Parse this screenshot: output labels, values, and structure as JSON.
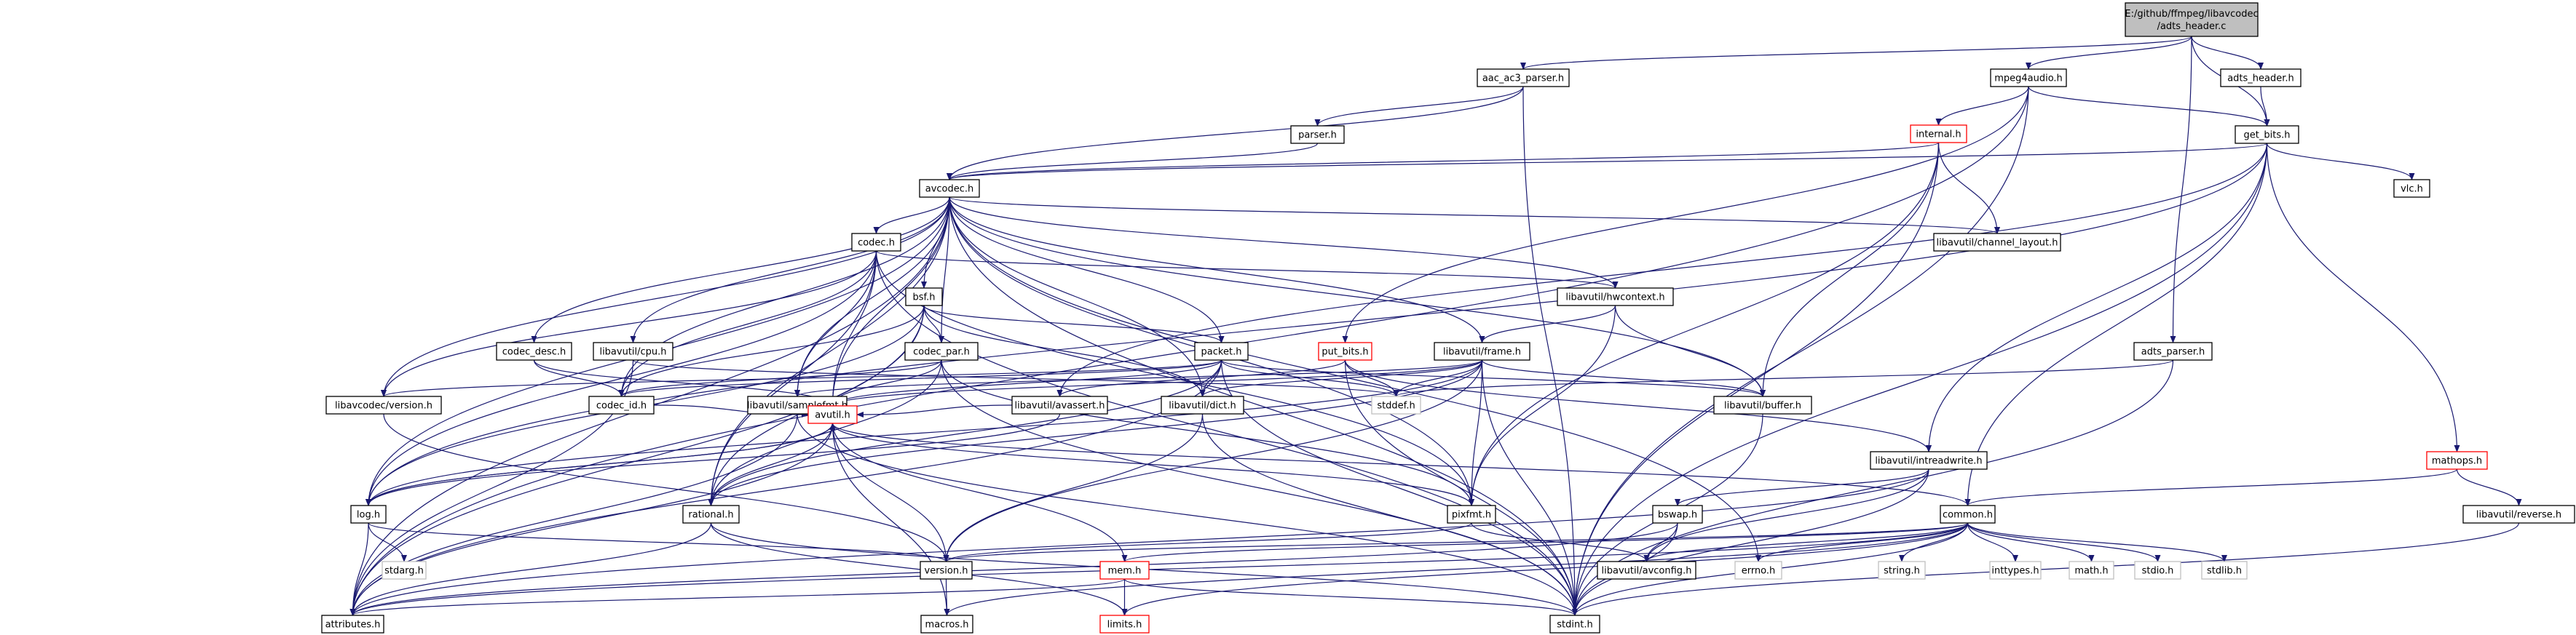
{
  "graph": {
    "nodes": [
      {
        "id": "root",
        "lines": [
          "E:/github/ffmpeg/libavcodec",
          "/adts_header.c"
        ],
        "kind": "root"
      },
      {
        "id": "aac",
        "lines": [
          "aac_ac3_parser.h"
        ],
        "kind": "normal"
      },
      {
        "id": "mpeg4audio",
        "lines": [
          "mpeg4audio.h"
        ],
        "kind": "normal"
      },
      {
        "id": "adtsh",
        "lines": [
          "adts_header.h"
        ],
        "kind": "normal"
      },
      {
        "id": "getbits",
        "lines": [
          "get_bits.h"
        ],
        "kind": "normal"
      },
      {
        "id": "internal",
        "lines": [
          "internal.h"
        ],
        "kind": "truncated"
      },
      {
        "id": "parser",
        "lines": [
          "parser.h"
        ],
        "kind": "normal"
      },
      {
        "id": "avcodec",
        "lines": [
          "avcodec.h"
        ],
        "kind": "normal"
      },
      {
        "id": "vlc",
        "lines": [
          "vlc.h"
        ],
        "kind": "normal"
      },
      {
        "id": "codec",
        "lines": [
          "codec.h"
        ],
        "kind": "normal"
      },
      {
        "id": "chlayout",
        "lines": [
          "libavutil/channel_layout.h"
        ],
        "kind": "normal"
      },
      {
        "id": "hwctx",
        "lines": [
          "libavutil/hwcontext.h"
        ],
        "kind": "normal"
      },
      {
        "id": "bsf",
        "lines": [
          "bsf.h"
        ],
        "kind": "normal"
      },
      {
        "id": "codecdesc",
        "lines": [
          "codec_desc.h"
        ],
        "kind": "normal"
      },
      {
        "id": "cpu",
        "lines": [
          "libavutil/cpu.h"
        ],
        "kind": "normal"
      },
      {
        "id": "codecpar",
        "lines": [
          "codec_par.h"
        ],
        "kind": "normal"
      },
      {
        "id": "packet",
        "lines": [
          "packet.h"
        ],
        "kind": "normal"
      },
      {
        "id": "putbits",
        "lines": [
          "put_bits.h"
        ],
        "kind": "truncated"
      },
      {
        "id": "frame",
        "lines": [
          "libavutil/frame.h"
        ],
        "kind": "normal"
      },
      {
        "id": "adtsparser",
        "lines": [
          "adts_parser.h"
        ],
        "kind": "normal"
      },
      {
        "id": "mathops",
        "lines": [
          "mathops.h"
        ],
        "kind": "truncated"
      },
      {
        "id": "avcver",
        "lines": [
          "libavcodec/version.h"
        ],
        "kind": "normal"
      },
      {
        "id": "codecid",
        "lines": [
          "codec_id.h"
        ],
        "kind": "normal"
      },
      {
        "id": "samplefmt",
        "lines": [
          "libavutil/samplefmt.h"
        ],
        "kind": "normal"
      },
      {
        "id": "avassert",
        "lines": [
          "libavutil/avassert.h"
        ],
        "kind": "normal"
      },
      {
        "id": "dict",
        "lines": [
          "libavutil/dict.h"
        ],
        "kind": "normal"
      },
      {
        "id": "stddef",
        "lines": [
          "stddef.h"
        ],
        "kind": "system"
      },
      {
        "id": "buffer",
        "lines": [
          "libavutil/buffer.h"
        ],
        "kind": "normal"
      },
      {
        "id": "intrw",
        "lines": [
          "libavutil/intreadwrite.h"
        ],
        "kind": "normal"
      },
      {
        "id": "reverse",
        "lines": [
          "libavutil/reverse.h"
        ],
        "kind": "normal"
      },
      {
        "id": "avutil",
        "lines": [
          "avutil.h"
        ],
        "kind": "truncated"
      },
      {
        "id": "log",
        "lines": [
          "log.h"
        ],
        "kind": "normal"
      },
      {
        "id": "rational",
        "lines": [
          "rational.h"
        ],
        "kind": "normal"
      },
      {
        "id": "pixfmt",
        "lines": [
          "pixfmt.h"
        ],
        "kind": "normal"
      },
      {
        "id": "bswap",
        "lines": [
          "bswap.h"
        ],
        "kind": "normal"
      },
      {
        "id": "common",
        "lines": [
          "common.h"
        ],
        "kind": "normal"
      },
      {
        "id": "stdarg",
        "lines": [
          "stdarg.h"
        ],
        "kind": "system"
      },
      {
        "id": "version",
        "lines": [
          "version.h"
        ],
        "kind": "normal"
      },
      {
        "id": "mem",
        "lines": [
          "mem.h"
        ],
        "kind": "truncated"
      },
      {
        "id": "avconfig",
        "lines": [
          "libavutil/avconfig.h"
        ],
        "kind": "normal"
      },
      {
        "id": "errno",
        "lines": [
          "errno.h"
        ],
        "kind": "system"
      },
      {
        "id": "stringh",
        "lines": [
          "string.h"
        ],
        "kind": "system"
      },
      {
        "id": "inttypes",
        "lines": [
          "inttypes.h"
        ],
        "kind": "system"
      },
      {
        "id": "math",
        "lines": [
          "math.h"
        ],
        "kind": "system"
      },
      {
        "id": "stdio",
        "lines": [
          "stdio.h"
        ],
        "kind": "system"
      },
      {
        "id": "stdlib",
        "lines": [
          "stdlib.h"
        ],
        "kind": "system"
      },
      {
        "id": "attributes",
        "lines": [
          "attributes.h"
        ],
        "kind": "normal"
      },
      {
        "id": "macros",
        "lines": [
          "macros.h"
        ],
        "kind": "normal"
      },
      {
        "id": "limits",
        "lines": [
          "limits.h"
        ],
        "kind": "truncated"
      },
      {
        "id": "stdint",
        "lines": [
          "stdint.h"
        ],
        "kind": "normal"
      }
    ],
    "edges": [
      [
        "root",
        "aac"
      ],
      [
        "root",
        "mpeg4audio"
      ],
      [
        "root",
        "adtsh"
      ],
      [
        "root",
        "getbits"
      ],
      [
        "root",
        "adtsparser"
      ],
      [
        "aac",
        "parser"
      ],
      [
        "aac",
        "avcodec"
      ],
      [
        "aac",
        "stdint"
      ],
      [
        "mpeg4audio",
        "getbits"
      ],
      [
        "mpeg4audio",
        "internal"
      ],
      [
        "mpeg4audio",
        "attributes"
      ],
      [
        "mpeg4audio",
        "putbits"
      ],
      [
        "mpeg4audio",
        "stdint"
      ],
      [
        "adtsh",
        "getbits"
      ],
      [
        "parser",
        "avcodec"
      ],
      [
        "internal",
        "avcodec"
      ],
      [
        "internal",
        "chlayout"
      ],
      [
        "internal",
        "buffer"
      ],
      [
        "internal",
        "pixfmt"
      ],
      [
        "internal",
        "stdint"
      ],
      [
        "getbits",
        "avcodec"
      ],
      [
        "getbits",
        "vlc"
      ],
      [
        "getbits",
        "mathops"
      ],
      [
        "getbits",
        "common"
      ],
      [
        "getbits",
        "intrw"
      ],
      [
        "getbits",
        "log"
      ],
      [
        "getbits",
        "avassert"
      ],
      [
        "getbits",
        "stdint"
      ],
      [
        "avcodec",
        "codec"
      ],
      [
        "avcodec",
        "chlayout"
      ],
      [
        "avcodec",
        "hwctx"
      ],
      [
        "avcodec",
        "bsf"
      ],
      [
        "avcodec",
        "codecdesc"
      ],
      [
        "avcodec",
        "cpu"
      ],
      [
        "avcodec",
        "codecpar"
      ],
      [
        "avcodec",
        "packet"
      ],
      [
        "avcodec",
        "frame"
      ],
      [
        "avcodec",
        "avcver"
      ],
      [
        "avcodec",
        "codecid"
      ],
      [
        "avcodec",
        "samplefmt"
      ],
      [
        "avcodec",
        "dict"
      ],
      [
        "avcodec",
        "buffer"
      ],
      [
        "avcodec",
        "avutil"
      ],
      [
        "avcodec",
        "log"
      ],
      [
        "avcodec",
        "rational"
      ],
      [
        "avcodec",
        "pixfmt"
      ],
      [
        "avcodec",
        "attributes"
      ],
      [
        "avcodec",
        "errno"
      ],
      [
        "avcodec",
        "stdint"
      ],
      [
        "codec",
        "hwctx"
      ],
      [
        "codec",
        "codecid"
      ],
      [
        "codec",
        "samplefmt"
      ],
      [
        "codec",
        "avutil"
      ],
      [
        "codec",
        "log"
      ],
      [
        "codec",
        "rational"
      ],
      [
        "codec",
        "pixfmt"
      ],
      [
        "codec",
        "avcver"
      ],
      [
        "codec",
        "stdint"
      ],
      [
        "hwctx",
        "buffer"
      ],
      [
        "hwctx",
        "frame"
      ],
      [
        "hwctx",
        "pixfmt"
      ],
      [
        "bsf",
        "codecid"
      ],
      [
        "bsf",
        "codecpar"
      ],
      [
        "bsf",
        "packet"
      ],
      [
        "bsf",
        "dict"
      ],
      [
        "bsf",
        "log"
      ],
      [
        "bsf",
        "rational"
      ],
      [
        "bsf",
        "attributes"
      ],
      [
        "codecdesc",
        "codecid"
      ],
      [
        "codecdesc",
        "avutil"
      ],
      [
        "cpu",
        "attributes"
      ],
      [
        "cpu",
        "stddef"
      ],
      [
        "codecpar",
        "codecid"
      ],
      [
        "codecpar",
        "avutil"
      ],
      [
        "codecpar",
        "rational"
      ],
      [
        "codecpar",
        "pixfmt"
      ],
      [
        "codecpar",
        "stdint"
      ],
      [
        "packet",
        "avcver"
      ],
      [
        "packet",
        "codecid"
      ],
      [
        "packet",
        "dict"
      ],
      [
        "packet",
        "buffer"
      ],
      [
        "packet",
        "attributes"
      ],
      [
        "packet",
        "rational"
      ],
      [
        "packet",
        "stddef"
      ],
      [
        "packet",
        "stdint"
      ],
      [
        "packet",
        "avutil"
      ],
      [
        "putbits",
        "avassert"
      ],
      [
        "putbits",
        "intrw"
      ],
      [
        "putbits",
        "stddef"
      ],
      [
        "putbits",
        "stdint"
      ],
      [
        "frame",
        "avutil"
      ],
      [
        "frame",
        "buffer"
      ],
      [
        "frame",
        "dict"
      ],
      [
        "frame",
        "rational"
      ],
      [
        "frame",
        "samplefmt"
      ],
      [
        "frame",
        "pixfmt"
      ],
      [
        "frame",
        "version"
      ],
      [
        "frame",
        "stddef"
      ],
      [
        "frame",
        "stdint"
      ],
      [
        "frame",
        "log"
      ],
      [
        "adtsparser",
        "stddef"
      ],
      [
        "adtsparser",
        "stdint"
      ],
      [
        "mathops",
        "common"
      ],
      [
        "mathops",
        "reverse"
      ],
      [
        "avcver",
        "version"
      ],
      [
        "codecid",
        "avutil"
      ],
      [
        "samplefmt",
        "avutil"
      ],
      [
        "samplefmt",
        "attributes"
      ],
      [
        "samplefmt",
        "stdint"
      ],
      [
        "avassert",
        "avutil"
      ],
      [
        "avassert",
        "log"
      ],
      [
        "dict",
        "version"
      ],
      [
        "dict",
        "stdint"
      ],
      [
        "buffer",
        "stdint"
      ],
      [
        "intrw",
        "avconfig"
      ],
      [
        "intrw",
        "attributes"
      ],
      [
        "intrw",
        "bswap"
      ],
      [
        "intrw",
        "stdint"
      ],
      [
        "reverse",
        "stdint"
      ],
      [
        "avutil",
        "common"
      ],
      [
        "avutil",
        "rational"
      ],
      [
        "avutil",
        "version"
      ],
      [
        "avutil",
        "macros"
      ],
      [
        "avutil",
        "log"
      ],
      [
        "avutil",
        "pixfmt"
      ],
      [
        "avutil",
        "attributes"
      ],
      [
        "log",
        "avutil"
      ],
      [
        "log",
        "attributes"
      ],
      [
        "log",
        "version"
      ],
      [
        "log",
        "stdarg"
      ],
      [
        "rational",
        "attributes"
      ],
      [
        "rational",
        "stdint"
      ],
      [
        "rational",
        "limits"
      ],
      [
        "pixfmt",
        "avconfig"
      ],
      [
        "pixfmt",
        "version"
      ],
      [
        "bswap",
        "avconfig"
      ],
      [
        "bswap",
        "attributes"
      ],
      [
        "bswap",
        "stdint"
      ],
      [
        "common",
        "attributes"
      ],
      [
        "common",
        "macros"
      ],
      [
        "common",
        "version"
      ],
      [
        "common",
        "avconfig"
      ],
      [
        "common",
        "mem"
      ],
      [
        "common",
        "errno"
      ],
      [
        "common",
        "stringh"
      ],
      [
        "common",
        "inttypes"
      ],
      [
        "common",
        "math"
      ],
      [
        "common",
        "stdio"
      ],
      [
        "common",
        "stdlib"
      ],
      [
        "common",
        "stdint"
      ],
      [
        "common",
        "limits"
      ],
      [
        "mem",
        "attributes"
      ],
      [
        "mem",
        "avutil"
      ],
      [
        "mem",
        "limits"
      ],
      [
        "mem",
        "stdint"
      ],
      [
        "version",
        "macros"
      ]
    ]
  }
}
